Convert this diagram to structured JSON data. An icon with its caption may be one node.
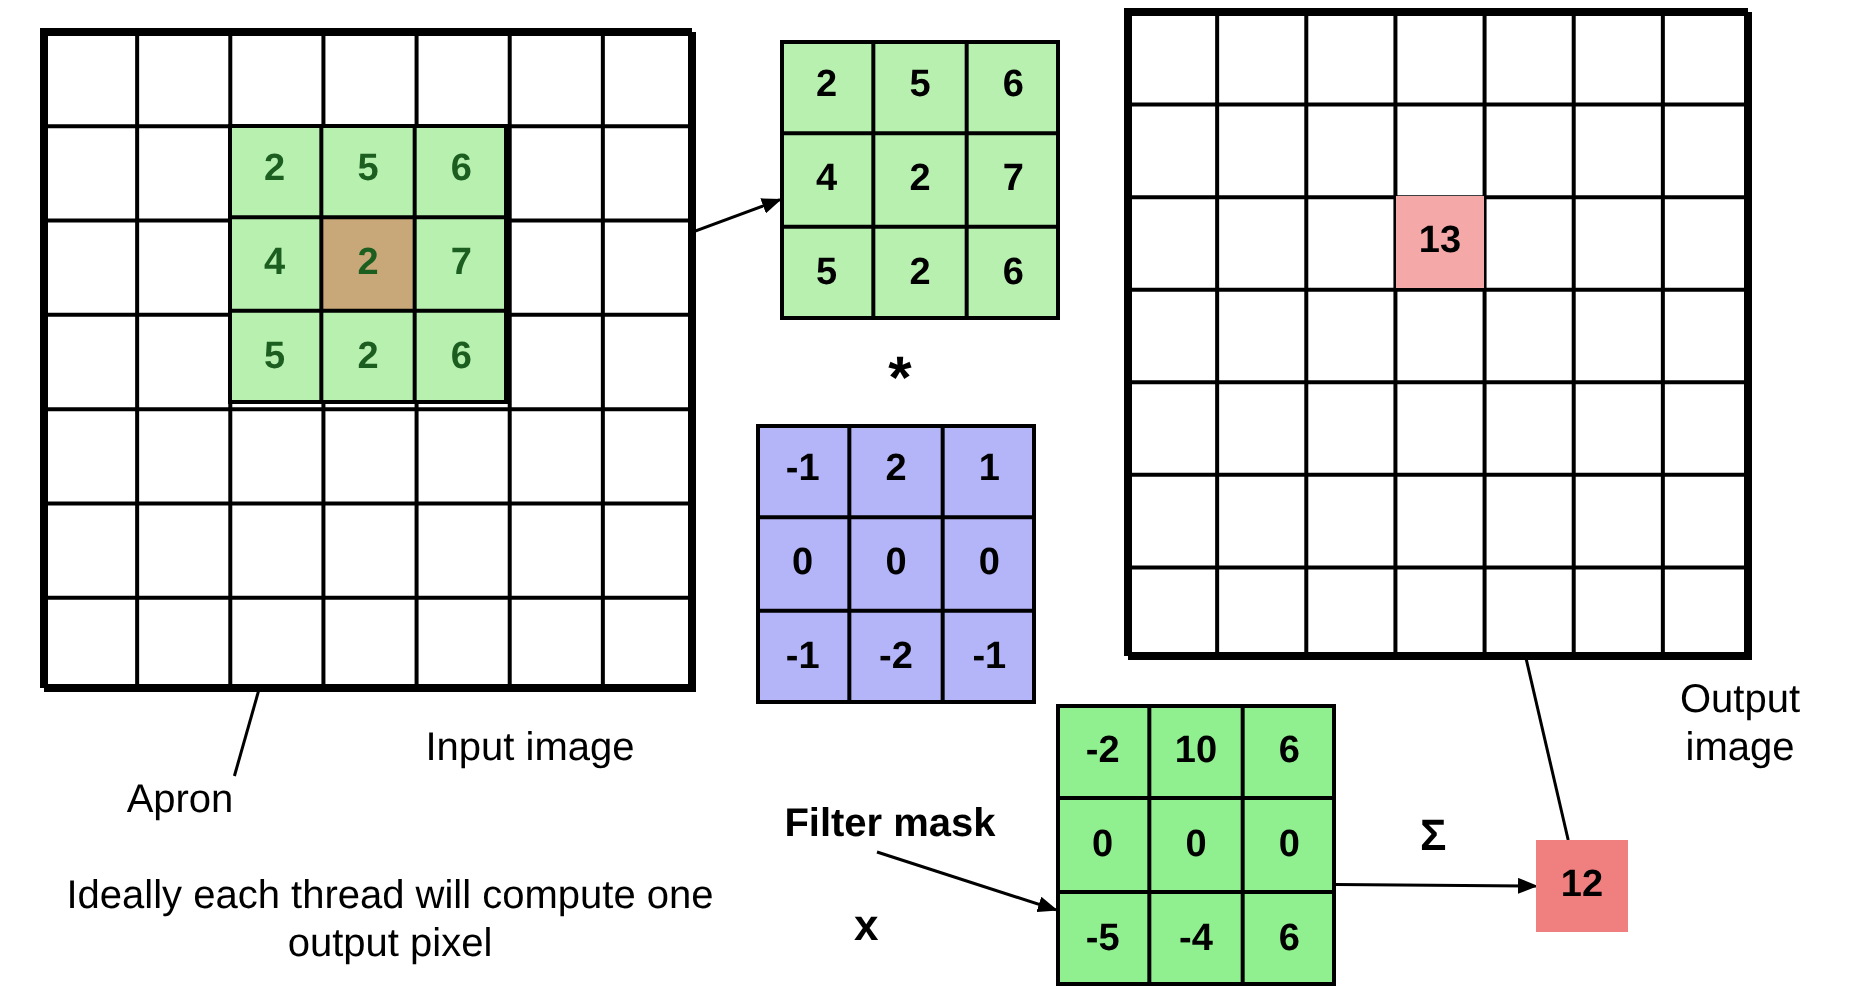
{
  "diagram": {
    "nodes": [
      {
        "text": [],
        "shape": "box",
        "beside": [
          "Input image"
        ]
      },
      {
        "text": [
          "2",
          "5",
          "6",
          "4",
          "2",
          "7",
          "5",
          "2",
          "6"
        ],
        "in": 0
      },
      {
        "text": [
          "Apron"
        ]
      },
      {
        "text": [
          "2",
          "5",
          "6",
          "4",
          "2",
          "7",
          "5",
          "2",
          "6"
        ]
      },
      {
        "text": [
          "-1",
          "2",
          "1",
          "0",
          "0",
          "0",
          "-1",
          "-2",
          "-1"
        ]
      },
      {
        "text": [
          "-2",
          "10",
          "6",
          "0",
          "0",
          "0",
          "-5",
          "-4",
          "6"
        ]
      },
      {
        "text": [
          "12"
        ]
      },
      {
        "text": [],
        "shape": "box",
        "beside": [
          "Output image"
        ]
      },
      {
        "text": [
          "13"
        ],
        "in": 7
      },
      {
        "text": [
          "Filter mask"
        ]
      }
    ],
    "edges": [
      {
        "from": 1,
        "to": 3,
        "arrow": "to"
      },
      {
        "from": 2,
        "to": 1,
        "arrow": "to"
      },
      {
        "from": 9,
        "to": 5,
        "arrow": "to",
        "label": "x"
      },
      {
        "from": 5,
        "to": 6,
        "arrow": "to",
        "label": "Σ"
      },
      {
        "from": 6,
        "to": 8,
        "arrow": "to"
      }
    ],
    "labels": [
      "*",
      "Ideally each thread will compute one output pixel"
    ]
  }
}
